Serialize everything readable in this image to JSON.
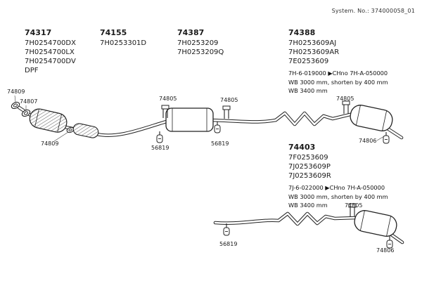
{
  "header": {
    "system_no": "System. No.: 374000058_01"
  },
  "groups": [
    {
      "id": "74317",
      "lines": [
        "7H0254700DX",
        "7H0254700LX",
        "7H0254700DV",
        "DPF"
      ],
      "notes": []
    },
    {
      "id": "74155",
      "lines": [
        "7H0253301D"
      ],
      "notes": []
    },
    {
      "id": "74387",
      "lines": [
        "7H0253209",
        "7H0253209Q"
      ],
      "notes": []
    },
    {
      "id": "74388",
      "lines": [
        "7H0253609AJ",
        "7H0253609AR",
        "7E0253609"
      ],
      "notes": [
        "7H-6-019000 ▶CHno 7H-A-050000",
        "WB 3000 mm, shorten by 400 mm",
        "WB 3400 mm"
      ]
    },
    {
      "id": "74403",
      "lines": [
        "7F0253609",
        "7J0253609P",
        "7J0253609R"
      ],
      "notes": [
        "7J-6-022000 ▶CHno 7H-A-050000",
        "WB 3000 mm, shorten by 400 mm",
        "WB 3400 mm"
      ]
    }
  ],
  "callouts": [
    "74809",
    "74807",
    "74809",
    "74805",
    "56819",
    "74805",
    "56819",
    "74805",
    "74806",
    "56819",
    "74805",
    "74806"
  ],
  "icons": {
    "gasket-ring-icon": "donut ellipse",
    "clamp-icon": "u-bolt clamp",
    "hanger-icon": "rubber hanger",
    "catalytic-converter": "hatched capsule",
    "flex-pipe": "hatched corrugated section"
  },
  "colors": {
    "line": "#222222",
    "text": "#1a1a1a",
    "background": "#ffffff"
  }
}
